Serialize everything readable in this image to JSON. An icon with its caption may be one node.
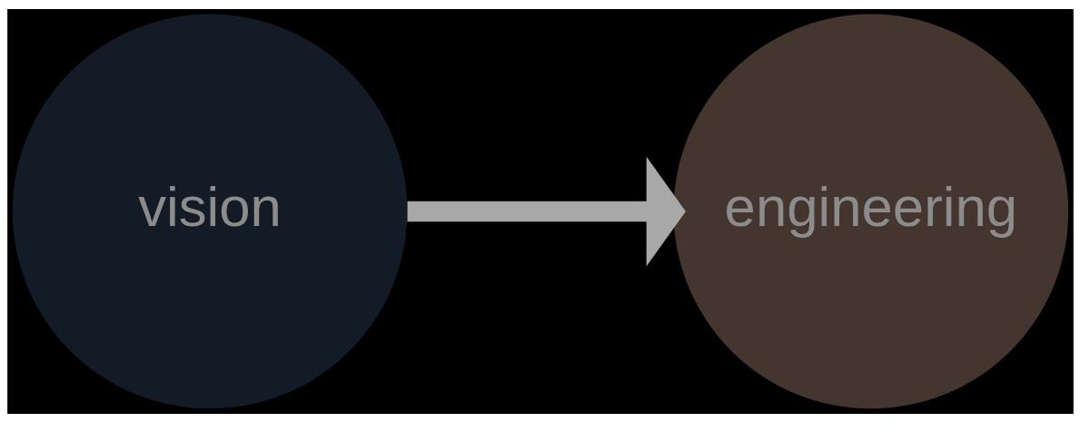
{
  "diagram": {
    "nodes": [
      {
        "text": [
          "vision"
        ]
      },
      {
        "text": [
          "engineering"
        ]
      }
    ],
    "edges": [
      {
        "from": 0,
        "to": 1,
        "arrow": "to"
      }
    ]
  }
}
